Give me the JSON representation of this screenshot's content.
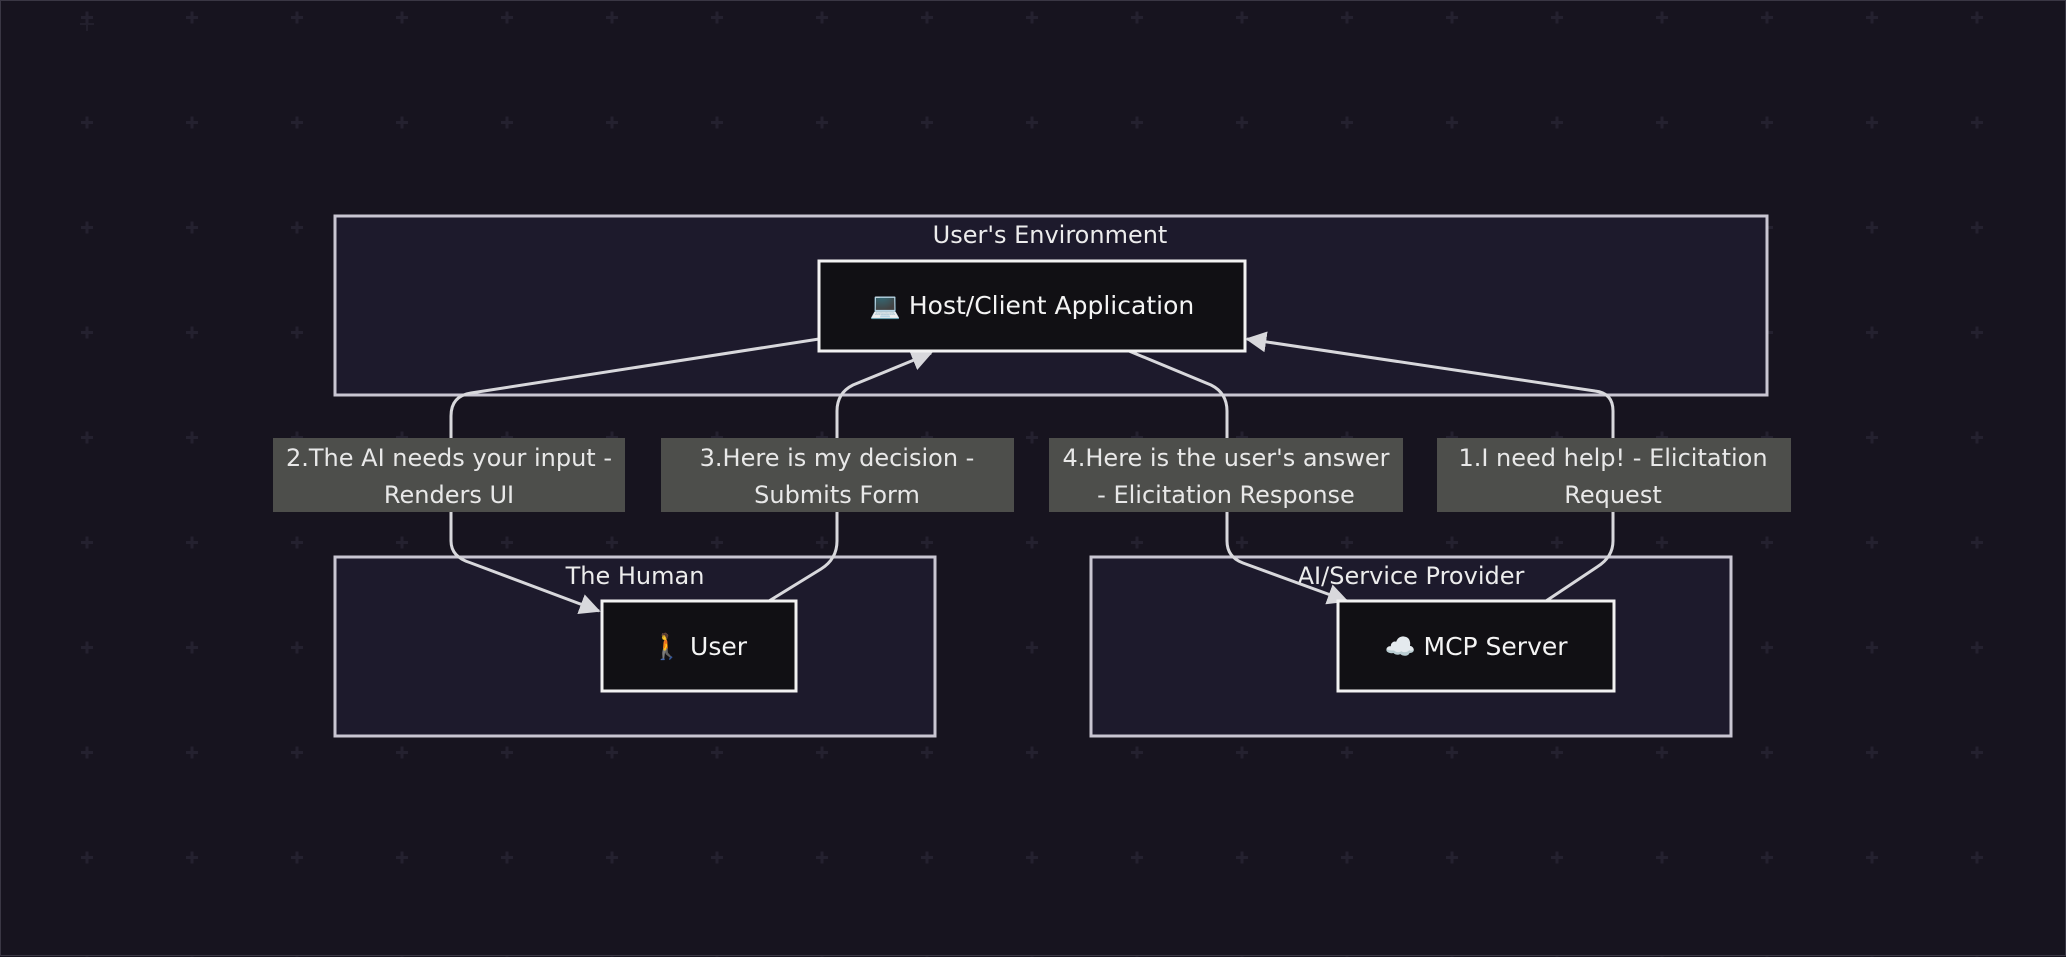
{
  "clusters": {
    "env": "User's Environment",
    "human": "The Human",
    "provider": "AI/Service Provider"
  },
  "nodes": {
    "host": "💻 Host/Client Application",
    "user": "🚶 User",
    "mcp": "☁️ MCP Server"
  },
  "edges": {
    "e2": {
      "line1": "2.The AI needs your input -",
      "line2": "Renders UI"
    },
    "e3": {
      "line1": "3.Here is my decision -",
      "line2": "Submits Form"
    },
    "e4": {
      "line1": "4.Here is the user's answer",
      "line2": "- Elicitation Response"
    },
    "e1": {
      "line1": "1.I need help! - Elicitation",
      "line2": "Request"
    }
  },
  "colors": {
    "background": "#17141f",
    "cluster_fill": "#1d1a2c",
    "node_fill": "#111014",
    "label_fill": "#4d4e4b",
    "stroke": "#d8d8dc"
  }
}
